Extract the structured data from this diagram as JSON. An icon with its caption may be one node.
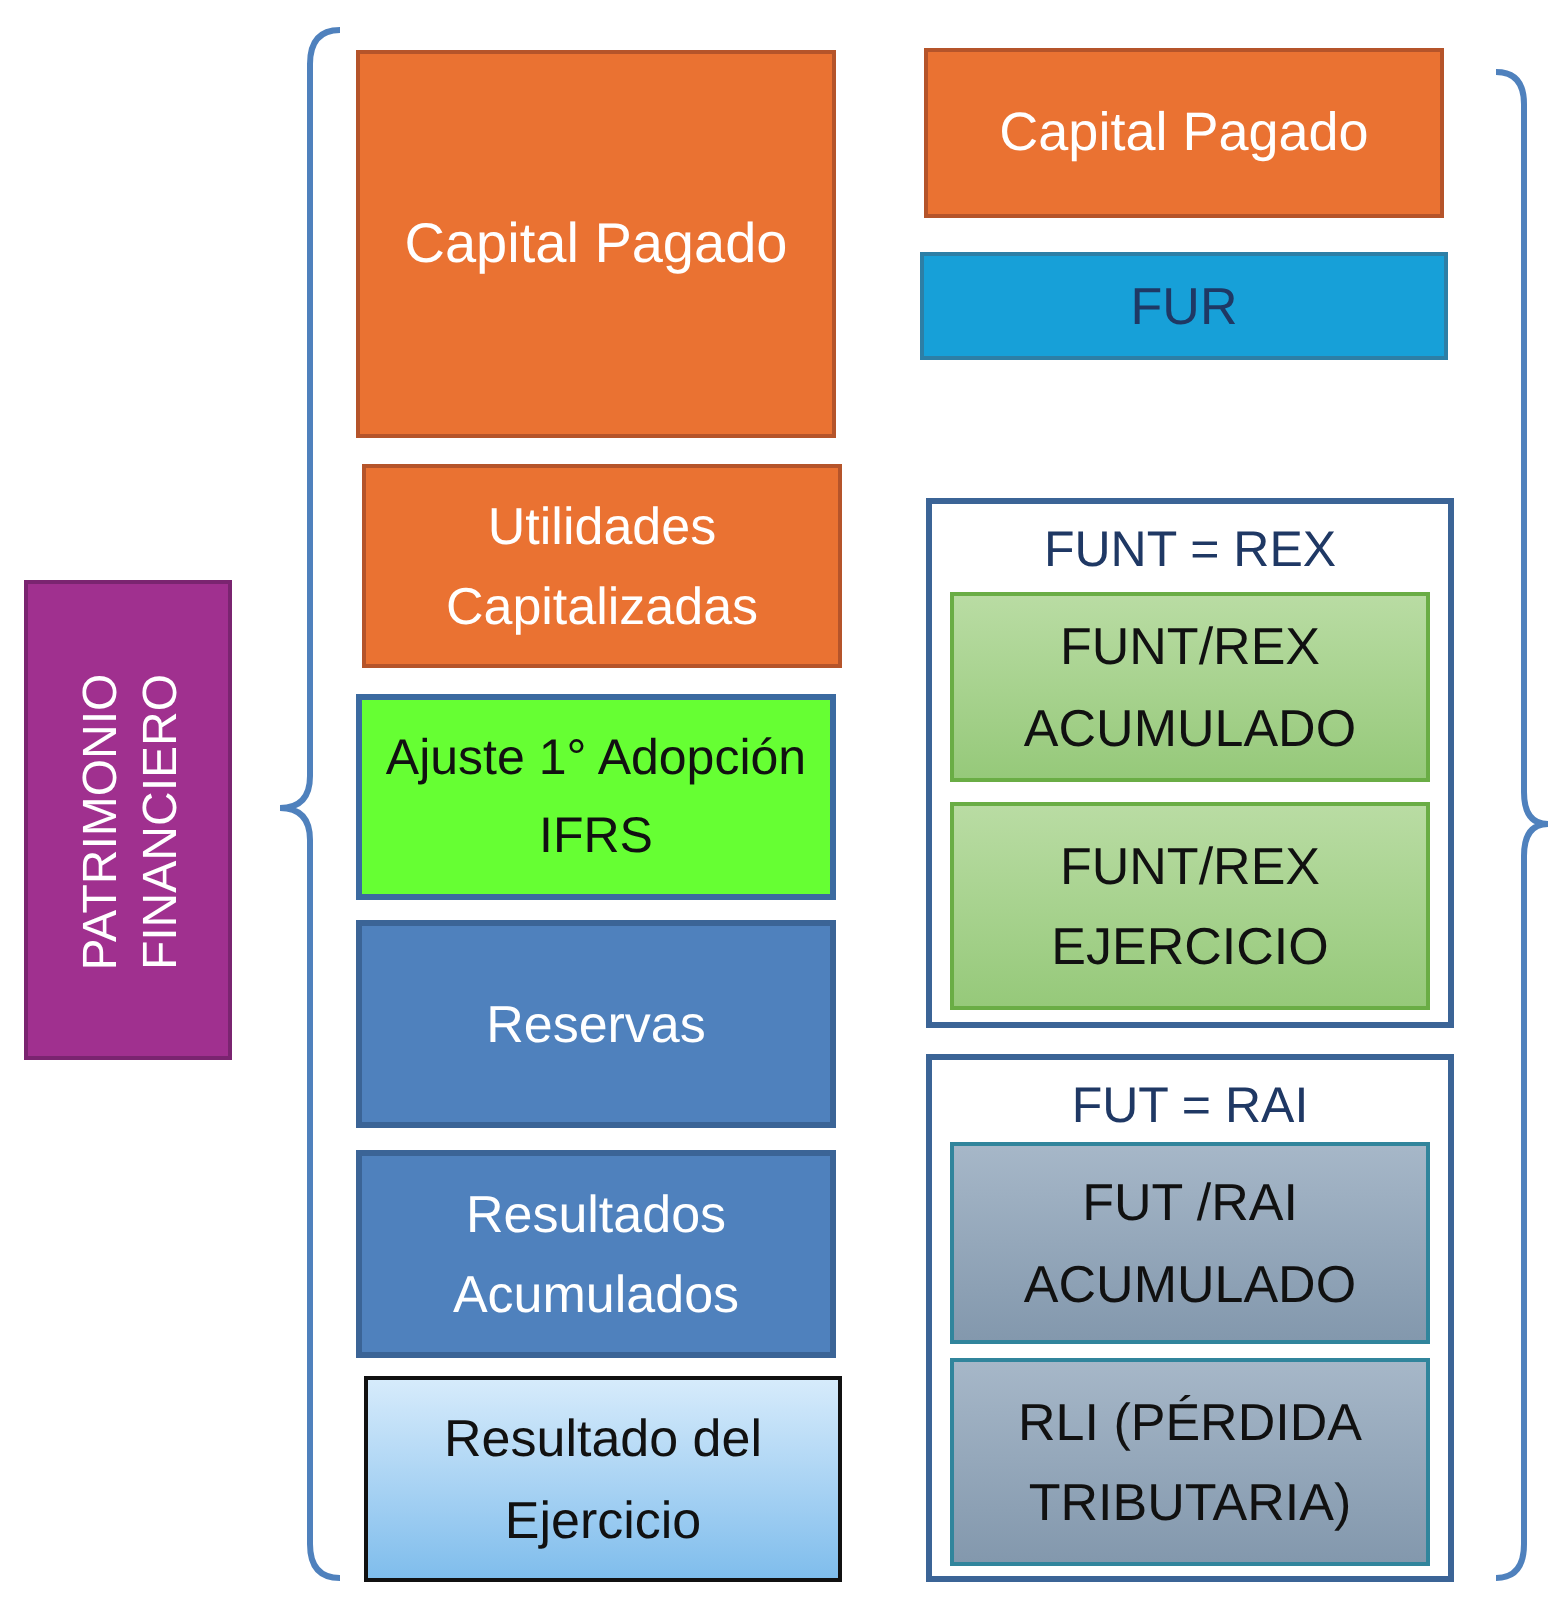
{
  "diagram": {
    "nodes": [
      {
        "text": [
          "PATRIMONIO FINANCIERO"
        ]
      },
      {
        "text": [
          "Capital Pagado"
        ]
      },
      {
        "text": [
          "Utilidades Capitalizadas"
        ]
      },
      {
        "text": [
          "Ajuste 1° Adopción IFRS"
        ]
      },
      {
        "text": [
          "Reservas"
        ]
      },
      {
        "text": [
          "Resultados Acumulados"
        ]
      },
      {
        "text": [
          "Resultado del Ejercicio"
        ]
      },
      {
        "text": [
          "Capital Pagado"
        ]
      },
      {
        "text": [
          "FUR"
        ]
      },
      {
        "text": [
          "FUNT = REX"
        ]
      },
      {
        "text": [
          "FUNT/REX ACUMULADO"
        ],
        "in": 9
      },
      {
        "text": [
          "FUNT/REX EJERCICIO"
        ],
        "in": 9
      },
      {
        "text": [
          "FUT = RAI"
        ]
      },
      {
        "text": [
          "FUT /RAI ACUMULADO"
        ],
        "in": 12
      },
      {
        "text": [
          "RLI (PÉRDIDA TRIBUTARIA)"
        ],
        "in": 12
      }
    ]
  }
}
